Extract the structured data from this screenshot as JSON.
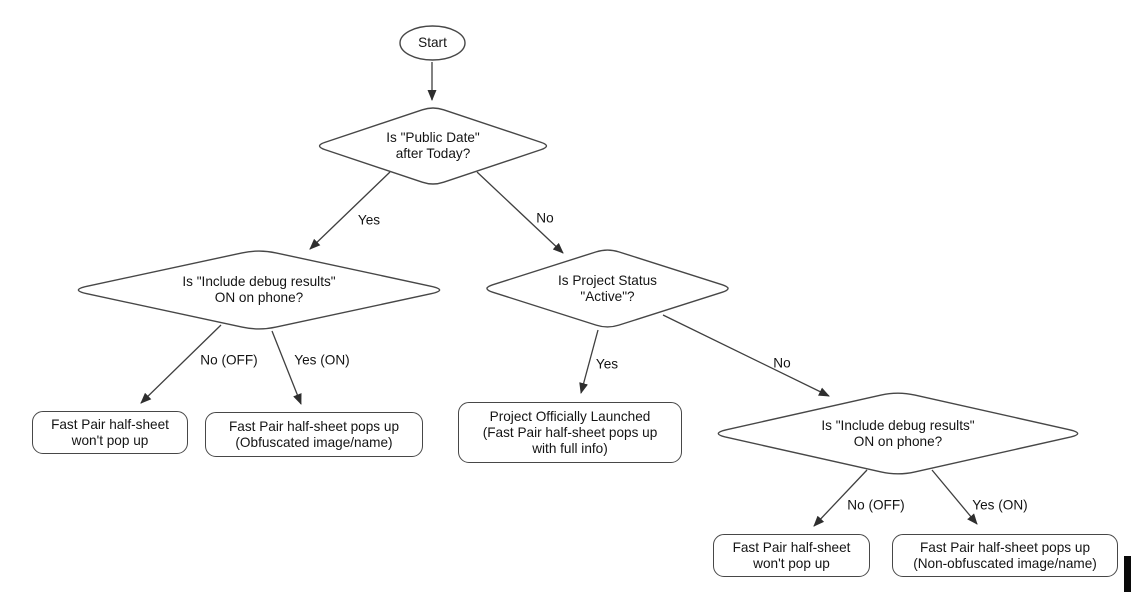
{
  "diagram": {
    "nodes": [
      {
        "id": "start",
        "type": "ellipse",
        "label": "Start"
      },
      {
        "id": "public-date",
        "type": "decision",
        "label": "Is \"Public Date\"\nafter Today?"
      },
      {
        "id": "debug-left",
        "type": "decision",
        "label": "Is \"Include debug results\"\nON on phone?"
      },
      {
        "id": "project-status",
        "type": "decision",
        "label": "Is Project Status\n\"Active\"?"
      },
      {
        "id": "debug-right",
        "type": "decision",
        "label": "Is \"Include debug results\"\nON on phone?"
      },
      {
        "id": "no-popup-left",
        "type": "terminal",
        "label": "Fast Pair half-sheet\nwon't pop up"
      },
      {
        "id": "obfuscated",
        "type": "terminal",
        "label": "Fast Pair half-sheet pops up\n(Obfuscated image/name)"
      },
      {
        "id": "launched",
        "type": "terminal",
        "label": "Project Officially Launched\n(Fast Pair half-sheet pops up\nwith full info)"
      },
      {
        "id": "no-popup-right",
        "type": "terminal",
        "label": "Fast Pair half-sheet\nwon't pop up"
      },
      {
        "id": "non-obfuscated",
        "type": "terminal",
        "label": "Fast Pair half-sheet pops up\n(Non-obfuscated image/name)"
      }
    ],
    "edges": [
      {
        "from": "start",
        "to": "public-date",
        "label": ""
      },
      {
        "from": "public-date",
        "to": "debug-left",
        "label": "Yes"
      },
      {
        "from": "public-date",
        "to": "project-status",
        "label": "No"
      },
      {
        "from": "debug-left",
        "to": "no-popup-left",
        "label": "No (OFF)"
      },
      {
        "from": "debug-left",
        "to": "obfuscated",
        "label": "Yes (ON)"
      },
      {
        "from": "project-status",
        "to": "launched",
        "label": "Yes"
      },
      {
        "from": "project-status",
        "to": "debug-right",
        "label": "No"
      },
      {
        "from": "debug-right",
        "to": "no-popup-right",
        "label": "No (OFF)"
      },
      {
        "from": "debug-right",
        "to": "non-obfuscated",
        "label": "Yes (ON)"
      }
    ],
    "colors": {
      "shape_stroke": "#474747",
      "arrow": "#2e2e2e",
      "text": "#141414",
      "background": "#ffffff"
    }
  }
}
